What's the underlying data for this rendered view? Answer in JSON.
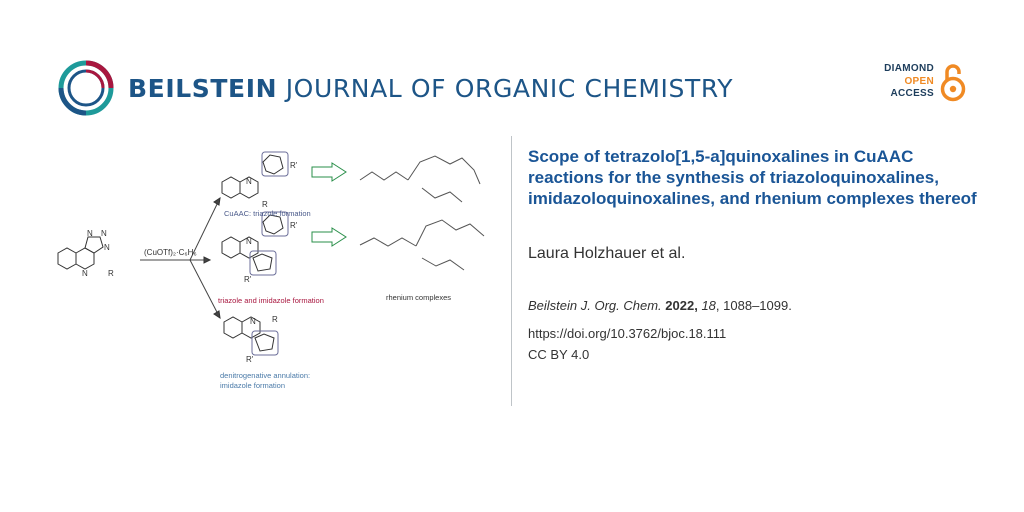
{
  "header": {
    "journal_strong": "BEILSTEIN",
    "journal_light": "JOURNAL OF ORGANIC CHEMISTRY"
  },
  "badge": {
    "line1": "DIAMOND",
    "line2": "OPEN",
    "line3": "ACCESS"
  },
  "colors": {
    "brand_blue": "#1d5587",
    "title_blue": "#1a5596",
    "accent_orange": "#f08a24",
    "crimson": "#a8173f",
    "teal": "#1e9a9a"
  },
  "article": {
    "title": "Scope of tetrazolo[1,5-a]quinoxalines in CuAAC reactions for the synthesis of triazoloquinoxalines, imidazoloquinoxalines, and rhenium complexes thereof",
    "authors": "Laura Holzhauer et al.",
    "citation": {
      "journal": "Beilstein J. Org. Chem.",
      "year": "2022,",
      "volume": "18",
      "pages": ", 1088–1099."
    },
    "doi": "https://doi.org/10.3762/bjoc.18.111",
    "license": "CC BY 4.0"
  },
  "graphic": {
    "reagent_text": "(CuOTf)₂·C₆H₆",
    "label_cuaac": "CuAAC: triazole formation",
    "label_triazole_imidazole": "triazole and imidazole formation",
    "label_denitrogenative_1": "denitrogenative annulation:",
    "label_denitrogenative_2": "imidazole formation",
    "label_rhenium": "rhenium complexes",
    "atom_N": "N",
    "atom_R": "R",
    "atom_Rprime": "R'"
  }
}
